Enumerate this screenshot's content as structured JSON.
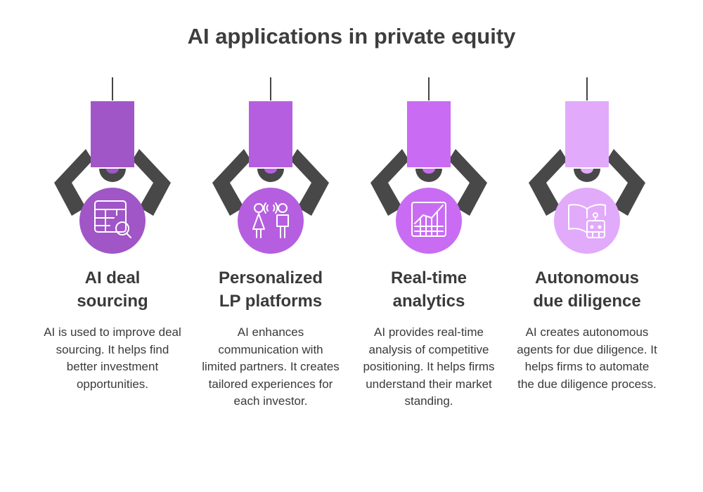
{
  "title": "AI applications in private equity",
  "items": [
    {
      "heading_line1": "AI deal",
      "heading_line2": "sourcing",
      "description": "AI is used to improve deal sourcing. It helps find better investment opportunities.",
      "color": "#a056c6",
      "icon": "table-search-icon"
    },
    {
      "heading_line1": "Personalized",
      "heading_line2": "LP platforms",
      "description": "AI enhances communication with limited partners. It creates tailored experiences for each investor.",
      "color": "#b55fe0",
      "icon": "people-communication-icon"
    },
    {
      "heading_line1": "Real-time",
      "heading_line2": "analytics",
      "description": "AI provides real-time analysis of competitive positioning. It helps firms understand their market standing.",
      "color": "#c96cf3",
      "icon": "chart-grid-icon"
    },
    {
      "heading_line1": "Autonomous",
      "heading_line2": "due diligence",
      "description": "AI creates autonomous agents for due diligence. It helps firms to automate the due diligence process.",
      "color": "#e2aafa",
      "icon": "book-robot-icon"
    }
  ]
}
